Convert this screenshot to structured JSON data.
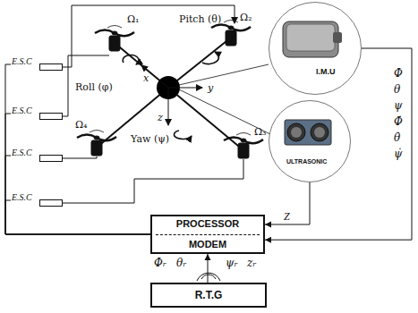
{
  "diagram": {
    "nodes": [
      {
        "text": [
          "E.S.C"
        ]
      },
      {
        "text": [
          "E.S.C"
        ]
      },
      {
        "text": [
          "E.S.C"
        ]
      },
      {
        "text": [
          "E.S.C"
        ]
      },
      {
        "text": [
          "PROCESSOR",
          "MODEM"
        ]
      },
      {
        "text": [
          "R.T.G"
        ]
      },
      {
        "text": [
          "I.M.U"
        ]
      },
      {
        "text": [
          "ULTRASONIC"
        ]
      }
    ],
    "edges": [
      {
        "from": 4,
        "to": 0,
        "arrow": "none"
      },
      {
        "from": 4,
        "to": 1,
        "arrow": "none"
      },
      {
        "from": 4,
        "to": 2,
        "arrow": "none"
      },
      {
        "from": 4,
        "to": 3,
        "arrow": "none"
      },
      {
        "from": 6,
        "to": 4,
        "arrow": "to"
      },
      {
        "from": 7,
        "to": 4,
        "arrow": "to",
        "label": "Z"
      },
      {
        "from": 5,
        "to": 4,
        "arrow": "to"
      }
    ],
    "labels": [
      "Ω₁",
      "Ω₂",
      "Ω₃",
      "Ω₄",
      "Pitch (θ)",
      "Roll (φ)",
      "x",
      "y",
      "z",
      "Yaw (ψ)",
      "Φ",
      "θ",
      "ψ",
      "Φ̇",
      "θ̇",
      "ψ̇",
      "Φᵣ",
      "θᵣ",
      "ψᵣ",
      "zᵣ"
    ]
  }
}
